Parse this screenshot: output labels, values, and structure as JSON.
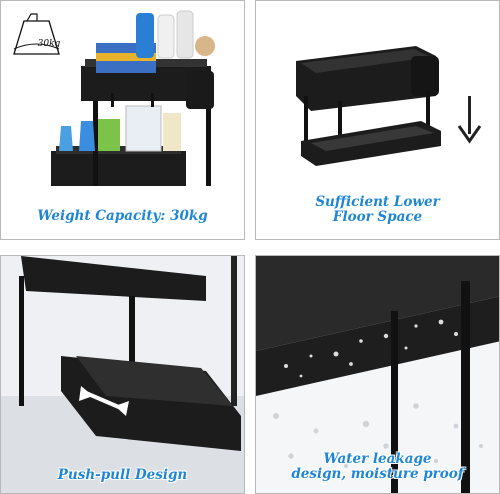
{
  "badge": {
    "text": "30kg",
    "icon": "ship-scale-icon"
  },
  "panels": [
    {
      "caption": "Weight Capacity: 30kg"
    },
    {
      "caption_line1": "Sufficient Lower",
      "caption_line2": "Floor Space"
    },
    {
      "caption": "Push-pull Design"
    },
    {
      "caption_line1": "Water leakage",
      "caption_line2": "design, moisture proof"
    }
  ],
  "colors": {
    "caption": "#1f86d6",
    "product": "#1c1c1c",
    "border": "#b8b8b8"
  }
}
